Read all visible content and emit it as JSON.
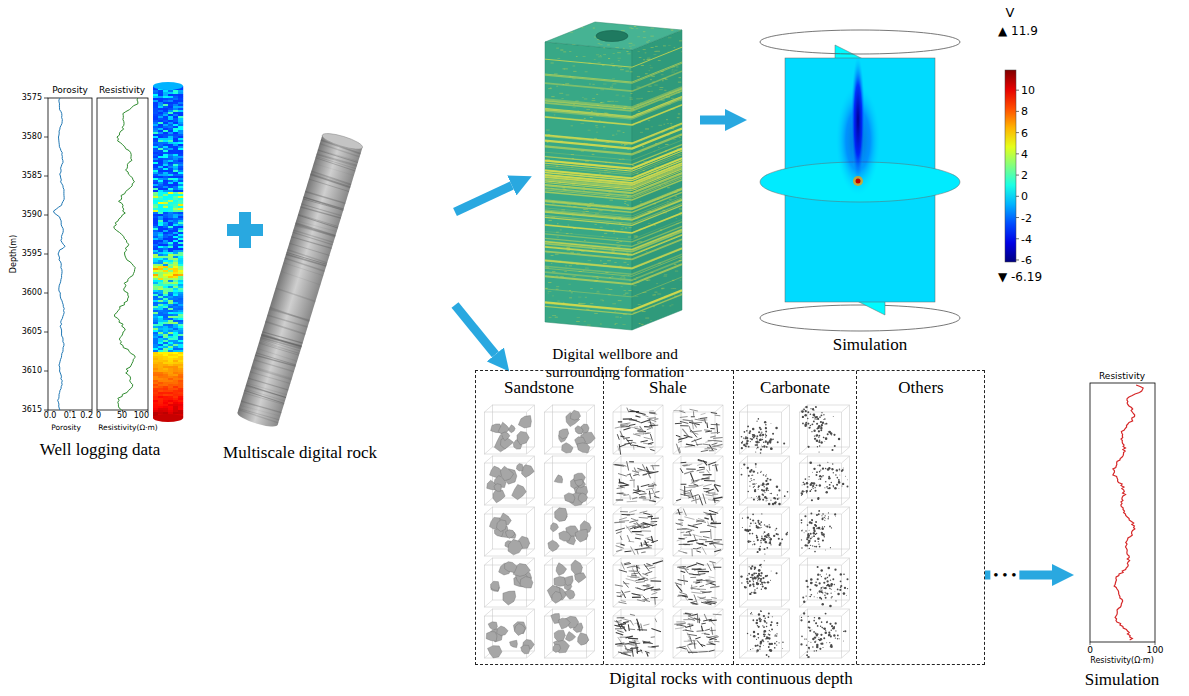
{
  "diagram": {
    "nodes": [
      {
        "text": [
          "Well logging data"
        ]
      },
      {
        "text": [
          "Multiscale digital rock"
        ]
      },
      {
        "text": [
          "Digital wellbore and surrounding formation"
        ]
      },
      {
        "text": [
          "Simulation"
        ]
      },
      {
        "text": [
          "Digital rocks with continuous depth"
        ]
      },
      {
        "text": [
          "Sandstone"
        ],
        "in": 4
      },
      {
        "text": [
          "Shale"
        ],
        "in": 4
      },
      {
        "text": [
          "Carbonate"
        ],
        "in": 4
      },
      {
        "text": [
          "Others"
        ],
        "in": 4
      },
      {
        "text": [
          "Simulation"
        ]
      }
    ],
    "edges": [
      {
        "from": 1,
        "to": 2,
        "arrow": "to"
      },
      {
        "from": 2,
        "to": 3,
        "arrow": "to"
      },
      {
        "from": 1,
        "to": 4,
        "arrow": "to"
      },
      {
        "from": 4,
        "to": 9,
        "arrow": "to"
      }
    ],
    "labels": [
      "Porosity",
      "Resistivity",
      "3575",
      "3580",
      "3585",
      "3590",
      "3595",
      "3600",
      "3605",
      "3610",
      "3615",
      "Depth(m)",
      "0.0",
      "0.1",
      "0.2",
      "0",
      "50",
      "100",
      "Porosity",
      "Resistivity(Ω·m)",
      "V",
      "▲ 11.9",
      "10",
      "8",
      "6",
      "4",
      "2",
      "0",
      "-2",
      "-4",
      "-6",
      "▼ -6.19",
      "• • •",
      "Resistivity",
      "0",
      "100",
      "Resistivity(Ω·m)"
    ]
  }
}
